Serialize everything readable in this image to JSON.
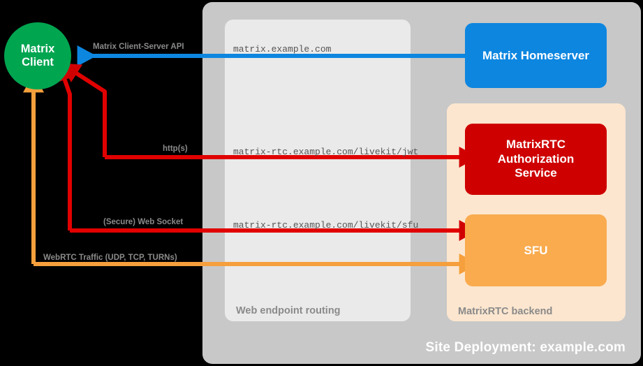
{
  "diagram": {
    "site_container": {
      "label": "Site Deployment: example.com",
      "color": "#c8c8c8"
    },
    "panels": [
      {
        "name": "web-endpoint-routing",
        "label": "Web endpoint routing",
        "color": "#eaeaea"
      },
      {
        "name": "matrixrtc-backend",
        "label": "MatrixRTC backend",
        "color": "#fce6cf"
      }
    ],
    "client": {
      "line1": "Matrix",
      "line2": "Client",
      "color": "#00a550"
    },
    "services": [
      {
        "name": "matrix-homeserver",
        "label": "Matrix Homeserver",
        "color": "#0d86e0"
      },
      {
        "name": "matrixrtc-authorization-service",
        "line1": "MatrixRTC",
        "line2": "Authorization",
        "line3": "Service",
        "color": "#ce0000"
      },
      {
        "name": "sfu",
        "label": "SFU",
        "color": "#f9ab4e"
      }
    ],
    "connections": [
      {
        "name": "matrix-client-server-api",
        "protocol_label": "Matrix Client-Server API",
        "endpoint": "matrix.example.com",
        "color": "#0d86e0"
      },
      {
        "name": "livekit-jwt",
        "protocol_label": "http(s)",
        "endpoint": "matrix-rtc.example.com/livekit/jwt",
        "color": "#e10000"
      },
      {
        "name": "livekit-sfu-websocket",
        "protocol_label": "(Secure) Web Socket",
        "endpoint": "matrix-rtc.example.com/livekit/sfu",
        "color": "#e10000"
      },
      {
        "name": "webrtc-traffic",
        "protocol_label": "WebRTC Traffic (UDP, TCP, TURNs)",
        "endpoint": "",
        "color": "#f5a03c"
      }
    ]
  }
}
